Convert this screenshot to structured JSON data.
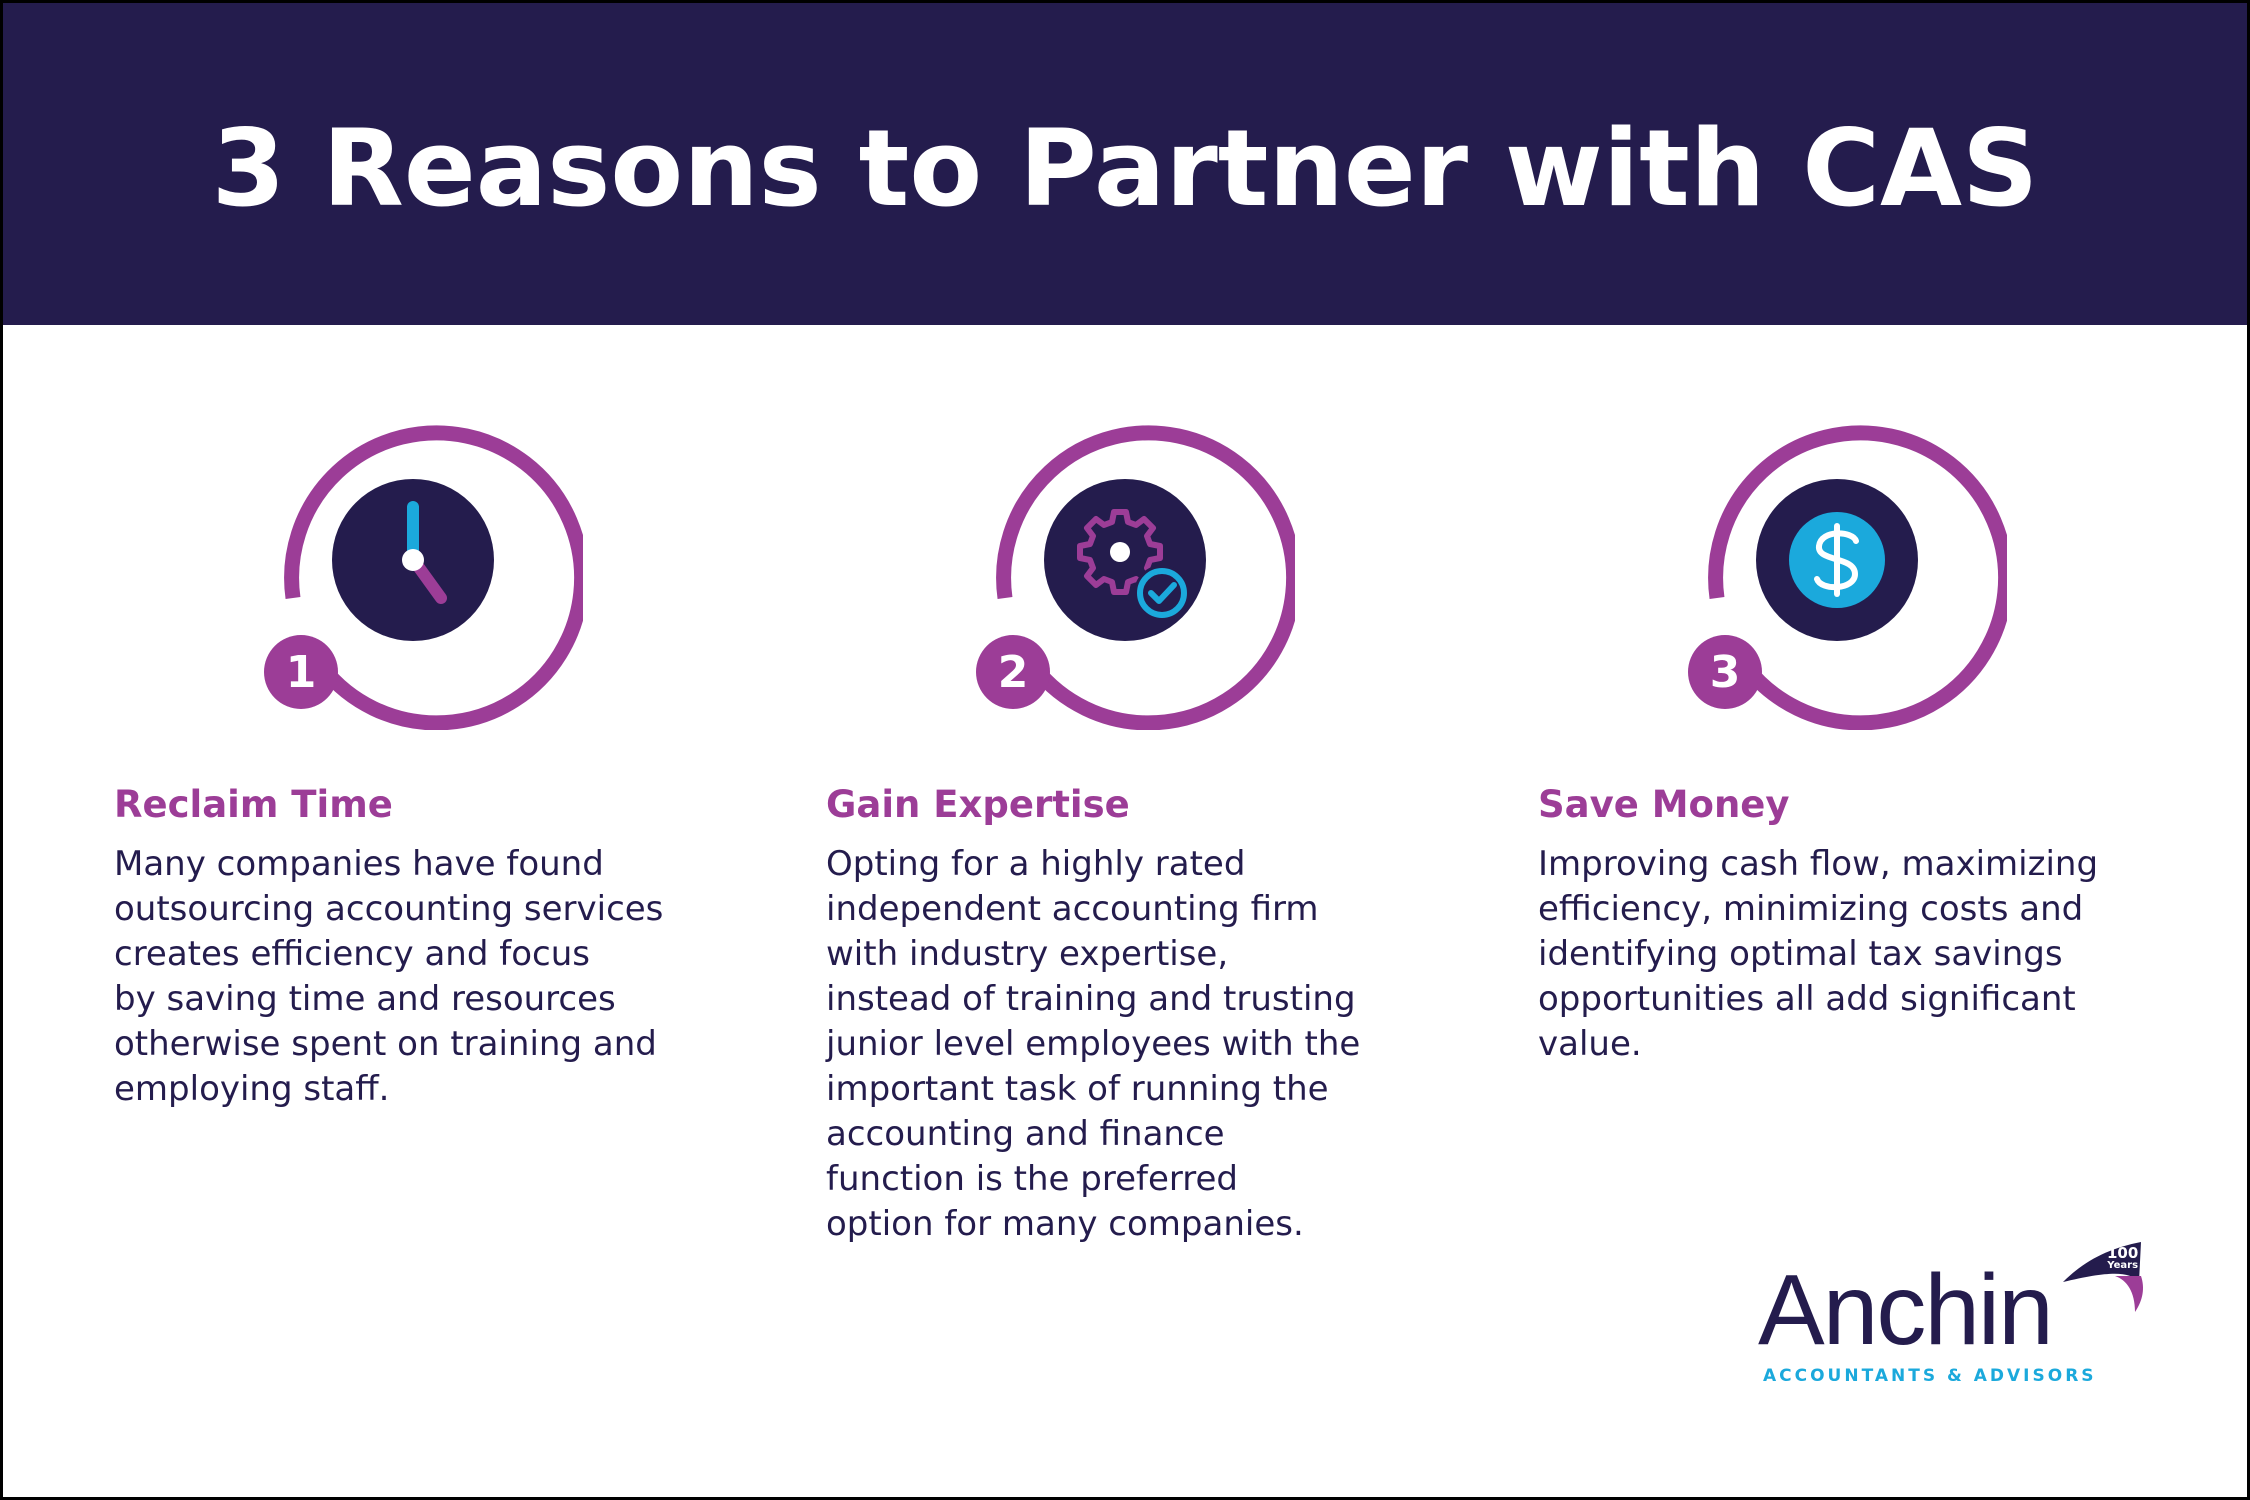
{
  "header": {
    "title": "3 Reasons to Partner with CAS"
  },
  "colors": {
    "navy": "#241c4d",
    "magenta": "#9c3d97",
    "cyan": "#1ba9dc",
    "white": "#ffffff"
  },
  "reasons": [
    {
      "number": "1",
      "icon": "clock-icon",
      "title": "Reclaim Time",
      "body": "Many companies have found\noutsourcing accounting services\ncreates efficiency and focus\nby saving time and resources\notherwise spent on training and\nemploying staff."
    },
    {
      "number": "2",
      "icon": "gear-check-icon",
      "title": "Gain Expertise",
      "body": "Opting for a highly rated\nindependent accounting firm\nwith industry expertise,\ninstead of training and trusting\njunior level employees with the\nimportant task of running the\naccounting and finance\nfunction is the preferred\noption for many companies."
    },
    {
      "number": "3",
      "icon": "dollar-coin-icon",
      "title": "Save Money",
      "body": "Improving cash flow, maximizing\nefficiency, minimizing costs and\nidentifying optimal tax savings\nopportunities all add significant\nvalue."
    }
  ],
  "logo": {
    "wordmark": "Anchin",
    "tagline": "ACCOUNTANTS & ADVISORS",
    "badge_number": "100",
    "badge_label": "Years"
  }
}
